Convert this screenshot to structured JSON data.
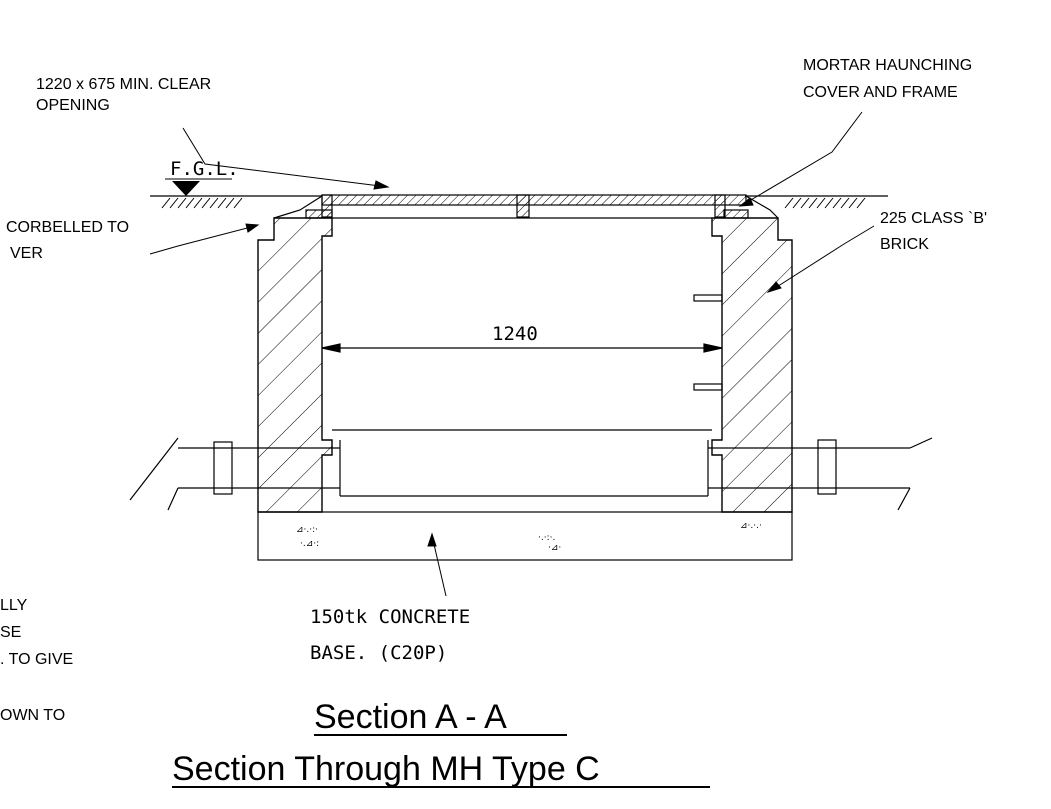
{
  "labels": {
    "clear_opening_1": "1220 x 675 MIN. CLEAR",
    "clear_opening_2": "OPENING",
    "mortar_1": "MORTAR HAUNCHING",
    "mortar_2": "COVER AND FRAME",
    "fgl": "F.G.L.",
    "corbelled_1": "CORBELLED TO",
    "corbelled_2": "VER",
    "brick_1": "225 CLASS `B'",
    "brick_2": "BRICK",
    "dimension": "1240",
    "concrete_1": "150tk CONCRETE",
    "concrete_2": "BASE. (C20P)",
    "left_note_1": "LLY",
    "left_note_2": "SE",
    "left_note_3": ". TO GIVE",
    "left_note_4": "OWN TO"
  },
  "titles": {
    "section": "Section A - A",
    "subtitle": "Section Through MH Type C"
  },
  "colors": {
    "line": "#000000",
    "background": "#ffffff"
  }
}
